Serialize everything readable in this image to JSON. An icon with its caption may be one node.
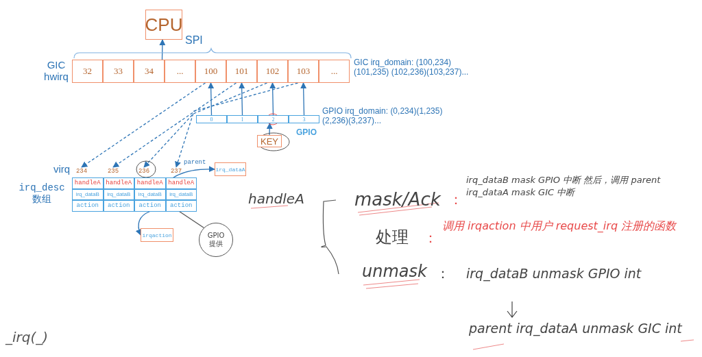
{
  "diagram": {
    "nodes": [
      {
        "text": [
          "CPU"
        ]
      },
      {
        "text": [
          "32"
        ]
      },
      {
        "text": [
          "33"
        ]
      },
      {
        "text": [
          "34"
        ]
      },
      {
        "text": [
          "..."
        ]
      },
      {
        "text": [
          "100"
        ]
      },
      {
        "text": [
          "101"
        ]
      },
      {
        "text": [
          "102"
        ]
      },
      {
        "text": [
          "103"
        ]
      },
      {
        "text": [
          "..."
        ]
      },
      {
        "text": [
          "0"
        ]
      },
      {
        "text": [
          "1"
        ]
      },
      {
        "text": [
          "2"
        ]
      },
      {
        "text": [
          "3"
        ]
      },
      {
        "text": [
          "KEY"
        ]
      },
      {
        "text": [
          "234"
        ]
      },
      {
        "text": [
          "235"
        ]
      },
      {
        "text": [
          "236"
        ]
      },
      {
        "text": [
          "237"
        ]
      },
      {
        "text": [
          "handleA"
        ]
      },
      {
        "text": [
          "handleA"
        ]
      },
      {
        "text": [
          "handleA"
        ]
      },
      {
        "text": [
          "handleA"
        ]
      },
      {
        "text": [
          "irq_dataB"
        ]
      },
      {
        "text": [
          "irq_dataB"
        ]
      },
      {
        "text": [
          "irq_dataB"
        ]
      },
      {
        "text": [
          "irq_dataB"
        ]
      },
      {
        "text": [
          "action"
        ]
      },
      {
        "text": [
          "action"
        ]
      },
      {
        "text": [
          "action"
        ]
      },
      {
        "text": [
          "action"
        ]
      },
      {
        "text": [
          "irq_dataA"
        ]
      },
      {
        "text": [
          "irqaction"
        ]
      },
      {
        "text": [
          "GPIO 提供"
        ]
      }
    ],
    "edges": [
      {
        "from": 3,
        "to": 0,
        "arrow": "to"
      },
      {
        "from": 10,
        "to": 5,
        "arrow": "to"
      },
      {
        "from": 11,
        "to": 6,
        "arrow": "to"
      },
      {
        "from": 12,
        "to": 7,
        "arrow": "to"
      },
      {
        "from": 13,
        "to": 8,
        "arrow": "to"
      },
      {
        "from": 14,
        "to": 12,
        "arrow": "to"
      },
      {
        "from": 5,
        "to": 15,
        "arrow": "to",
        "style": "dashed"
      },
      {
        "from": 6,
        "to": 16,
        "arrow": "to",
        "style": "dashed"
      },
      {
        "from": 7,
        "to": 17,
        "arrow": "to",
        "style": "dashed"
      },
      {
        "from": 8,
        "to": 18,
        "arrow": "to",
        "style": "dashed"
      },
      {
        "from": 25,
        "to": 31,
        "arrow": "to",
        "label": "parent"
      },
      {
        "from": 29,
        "to": 32,
        "arrow": "to"
      },
      {
        "from": 33,
        "to": 25,
        "arrow": "none",
        "color": "#555555"
      }
    ],
    "labels": [
      "SPI",
      "GIC hwirq",
      "GIC irq_domain: (100,234)(101,235) (102,236)(103,237)...",
      "GPIO irq_domain: (0,234)(1,235)(2,236)(3,237)...",
      "GPIO",
      "virq",
      "irq_desc 数组",
      "handleA",
      "mask/Ack",
      "：",
      "irq_dataB mask GPIO 中断 然后，调用 parent irq_dataA mask GIC 中断",
      "处理",
      "：",
      "调用 irqaction 中用户 request_irq 注册的函数",
      "unmask",
      "：",
      "irq_dataB unmask GPIO int",
      "parent irq_dataA unmask GIC int",
      "_irq(_)"
    ]
  }
}
